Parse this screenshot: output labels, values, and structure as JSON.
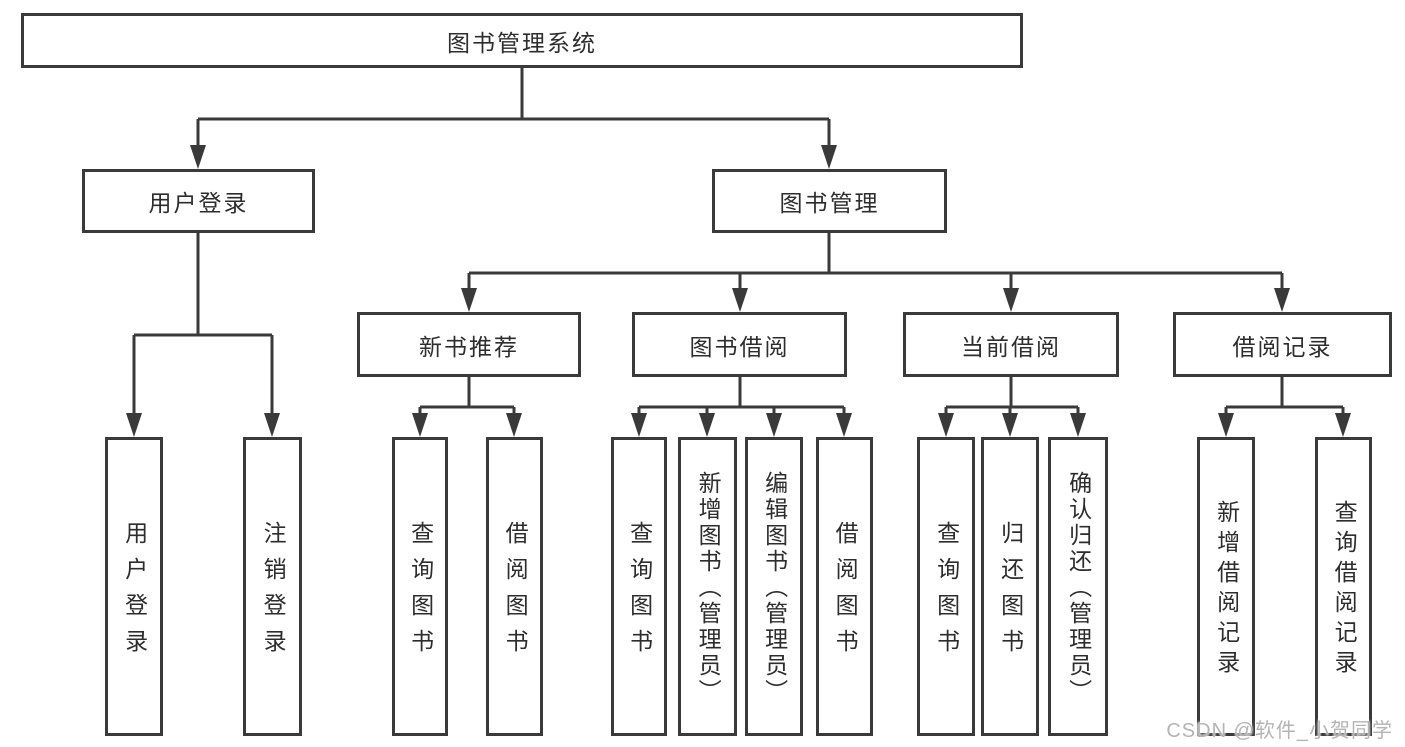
{
  "colors": {
    "line": "#3a3a3a",
    "box_border": "#3a3a3a",
    "text": "#2d2d2d",
    "background": "#ffffff",
    "watermark": "#b4b4b4"
  },
  "tree": {
    "root": {
      "label": "图书管理系统",
      "children": [
        {
          "label": "用户登录",
          "children": [
            {
              "label": "用户登录"
            },
            {
              "label": "注销登录"
            }
          ]
        },
        {
          "label": "图书管理",
          "children": [
            {
              "label": "新书推荐",
              "children": [
                {
                  "label": "查询图书"
                },
                {
                  "label": "借阅图书"
                }
              ]
            },
            {
              "label": "图书借阅",
              "children": [
                {
                  "label": "查询图书"
                },
                {
                  "label": "新增图书（管理员）"
                },
                {
                  "label": "编辑图书（管理员）"
                },
                {
                  "label": "借阅图书"
                }
              ]
            },
            {
              "label": "当前借阅",
              "children": [
                {
                  "label": "查询图书"
                },
                {
                  "label": "归还图书"
                },
                {
                  "label": "确认归还（管理员）"
                }
              ]
            },
            {
              "label": "借阅记录",
              "children": [
                {
                  "label": "新增借阅记录"
                },
                {
                  "label": "查询借阅记录"
                }
              ]
            }
          ]
        }
      ]
    }
  },
  "watermark": {
    "text": "CSDN @软件_小贺同学"
  }
}
